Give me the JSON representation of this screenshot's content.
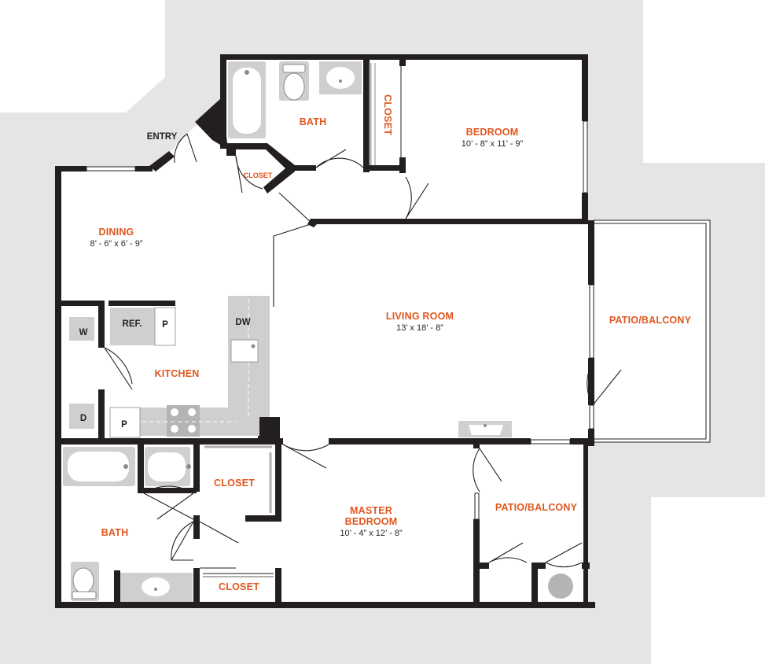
{
  "colors": {
    "background_gray": "#e5e5e5",
    "wall": "#231f20",
    "room_label": "#e0561f",
    "fixture": "#cfcfcf"
  },
  "rooms": {
    "bedroom": {
      "name": "BEDROOM",
      "dimensions": "10’ - 8” x 11’ - 9”"
    },
    "living_room": {
      "name": "LIVING ROOM",
      "dimensions": "13’ x 18’ - 8”"
    },
    "master_bedroom": {
      "name_line1": "MASTER",
      "name_line2": "BEDROOM",
      "dimensions": "10’ - 4” x 12’ - 8”"
    },
    "dining": {
      "name": "DINING",
      "dimensions": "8’ - 6” x 6’ - 9”"
    },
    "kitchen": {
      "name": "KITCHEN"
    },
    "bath_top": {
      "name": "BATH"
    },
    "bath_bottom": {
      "name": "BATH"
    },
    "closet_bedroom": {
      "name": "CLOSET"
    },
    "closet_entry": {
      "name": "CLOSET"
    },
    "closet_master": {
      "name": "CLOSET"
    },
    "closet_bath": {
      "name": "CLOSET"
    },
    "patio_right": {
      "name": "PATIO/BALCONY"
    },
    "patio_bottom": {
      "name": "PATIO/BALCONY"
    },
    "entry": {
      "name": "ENTRY"
    }
  },
  "appliances": {
    "washer": "W",
    "dryer": "D",
    "refrigerator": "REF.",
    "pantry_top": "P",
    "pantry_bottom": "P",
    "dishwasher": "DW"
  }
}
